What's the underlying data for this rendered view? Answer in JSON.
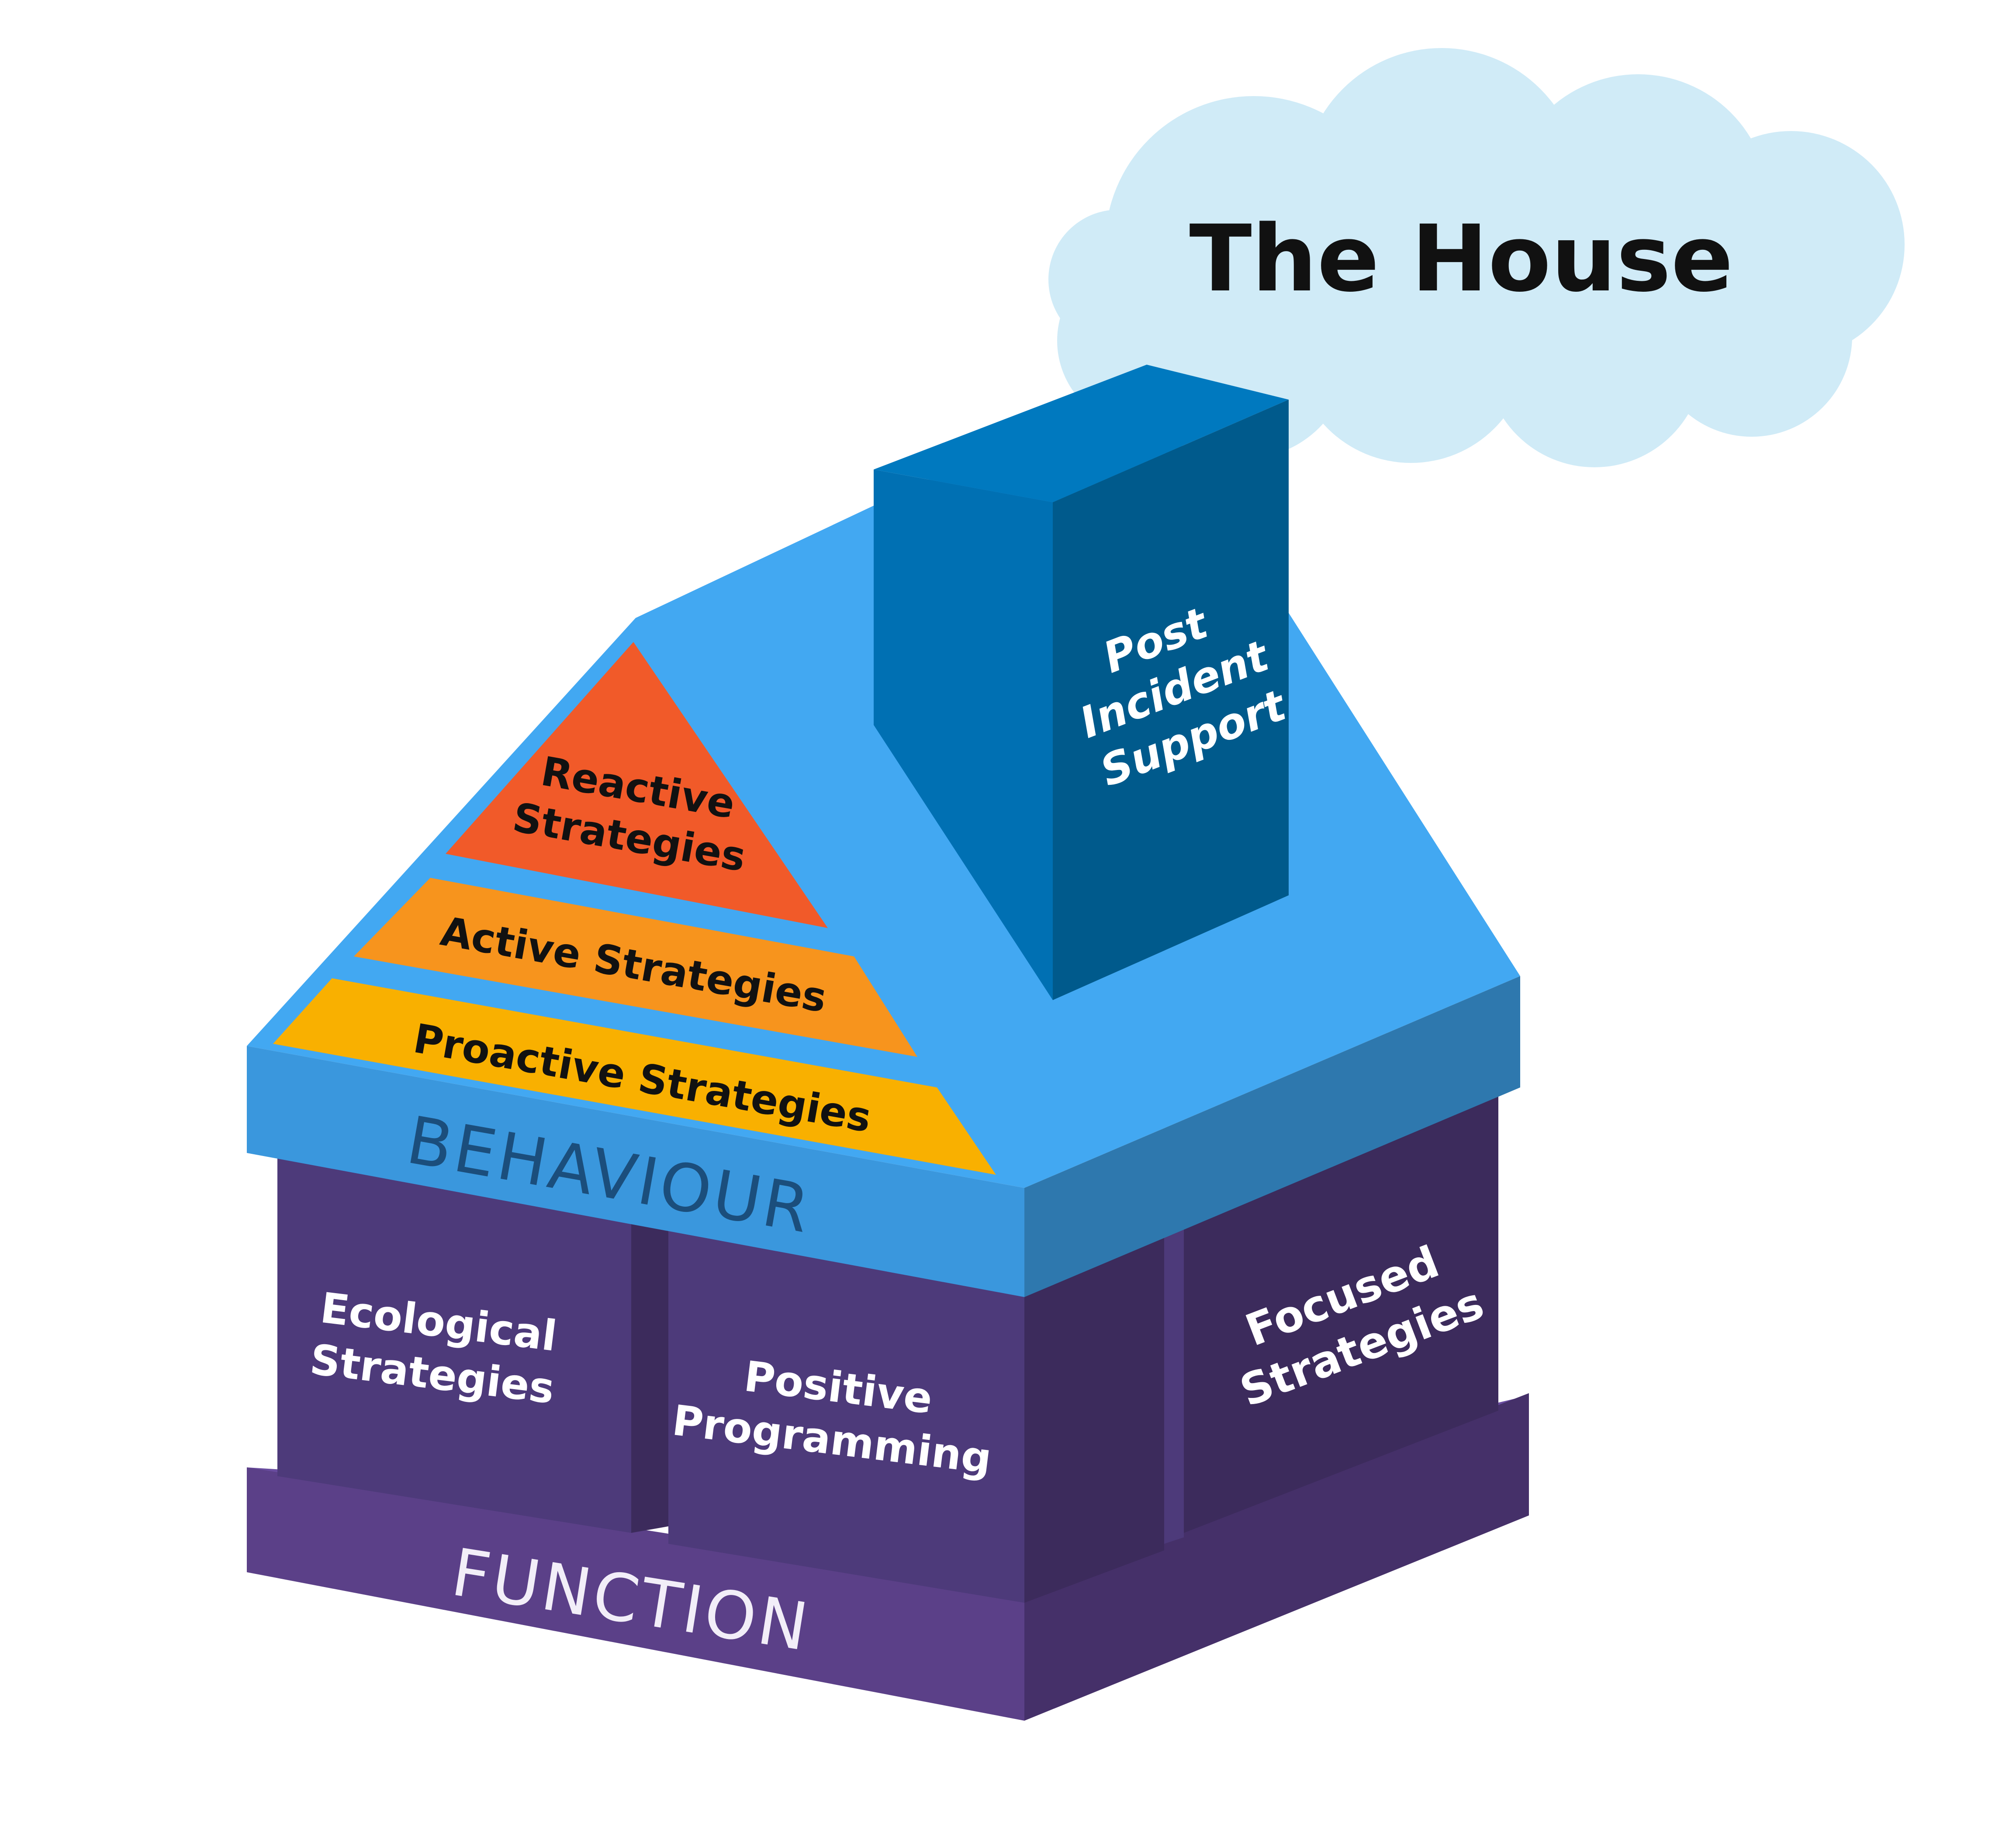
{
  "title": "The House",
  "roof_layers": {
    "reactive": [
      "Reactive",
      "Strategies"
    ],
    "active": "Active Strategies",
    "proactive": "Proactive Strategies"
  },
  "chimney": [
    "Post",
    "Incident",
    "Support"
  ],
  "bands": {
    "behaviour": "BEHAVIOUR",
    "function": "FUNCTION"
  },
  "pillars": {
    "ecological": [
      "Ecological",
      "Strategies"
    ],
    "positive": [
      "Positive",
      "Programming"
    ],
    "focused": [
      "Focused",
      "Strategies"
    ]
  },
  "colors": {
    "cloud": "#D0EBF7",
    "roof": "#42A8F2",
    "chimney_front": "#0070B3",
    "chimney_side": "#005A8C",
    "reactive": "#F15A29",
    "active": "#F7941D",
    "proactive": "#F9B000",
    "pillar": "#4D3A7A",
    "pillar_dark": "#3C2B5C",
    "base": "#5B4088"
  }
}
